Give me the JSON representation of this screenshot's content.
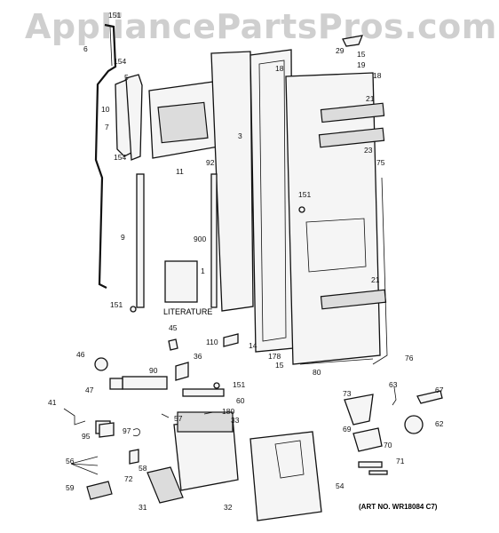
{
  "watermark": "AppliancePartsPros.com",
  "art_no": "(ART NO. WR18084 C7)",
  "literature_label": "LITERATURE",
  "labels": [
    "151",
    "6",
    "154",
    "5",
    "10",
    "7",
    "154",
    "11",
    "92",
    "3",
    "29",
    "15",
    "19",
    "18",
    "18",
    "21",
    "23",
    "75",
    "151",
    "9",
    "900",
    "1",
    "21",
    "151",
    "14",
    "178",
    "15",
    "80",
    "76",
    "45",
    "110",
    "46",
    "36",
    "90",
    "151",
    "47",
    "60",
    "41",
    "57",
    "180",
    "33",
    "95",
    "97",
    "58",
    "56",
    "72",
    "59",
    "31",
    "32",
    "54",
    "73",
    "63",
    "67",
    "62",
    "69",
    "70",
    "71"
  ]
}
